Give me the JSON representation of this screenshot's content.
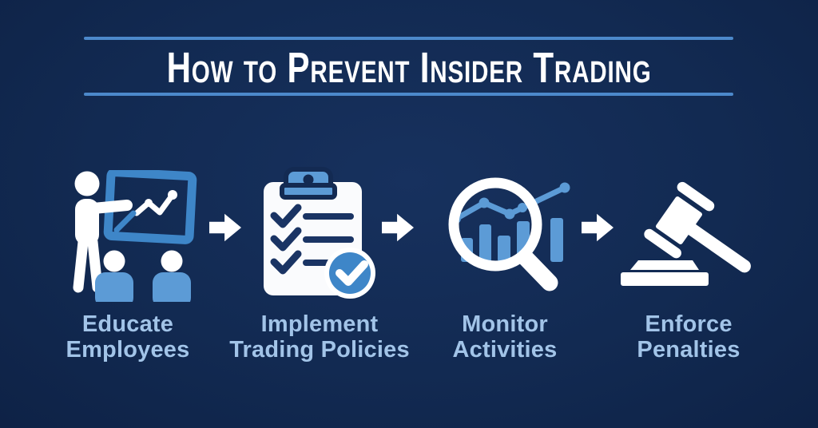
{
  "title": {
    "text": "How to Prevent Insider Trading"
  },
  "steps": [
    {
      "icon": "presenter-chart-board-icon",
      "label": "Educate Employees",
      "lines": [
        "Educate",
        "Employees"
      ]
    },
    {
      "icon": "clipboard-checklist-icon",
      "label": "Implement Trading Policies",
      "lines": [
        "Implement",
        "Trading Policies"
      ]
    },
    {
      "icon": "magnifier-bar-chart-icon",
      "label": "Monitor Activities",
      "lines": [
        "Monitor",
        "Activities"
      ]
    },
    {
      "icon": "gavel-icon",
      "label": "Enforce Penalties",
      "lines": [
        "Enforce",
        "Penalties"
      ]
    }
  ],
  "arrows": {
    "glyph": "right-block-arrow",
    "count": 3
  },
  "colors": {
    "background": "#122a52",
    "rule": "#4c89cb",
    "title_text": "#ffffff",
    "label_text": "#a2c4e8",
    "icon_white": "#ffffff",
    "icon_blue": "#3e86c8",
    "icon_light_blue": "#5c9bd6",
    "icon_navy": "#1a3464"
  }
}
